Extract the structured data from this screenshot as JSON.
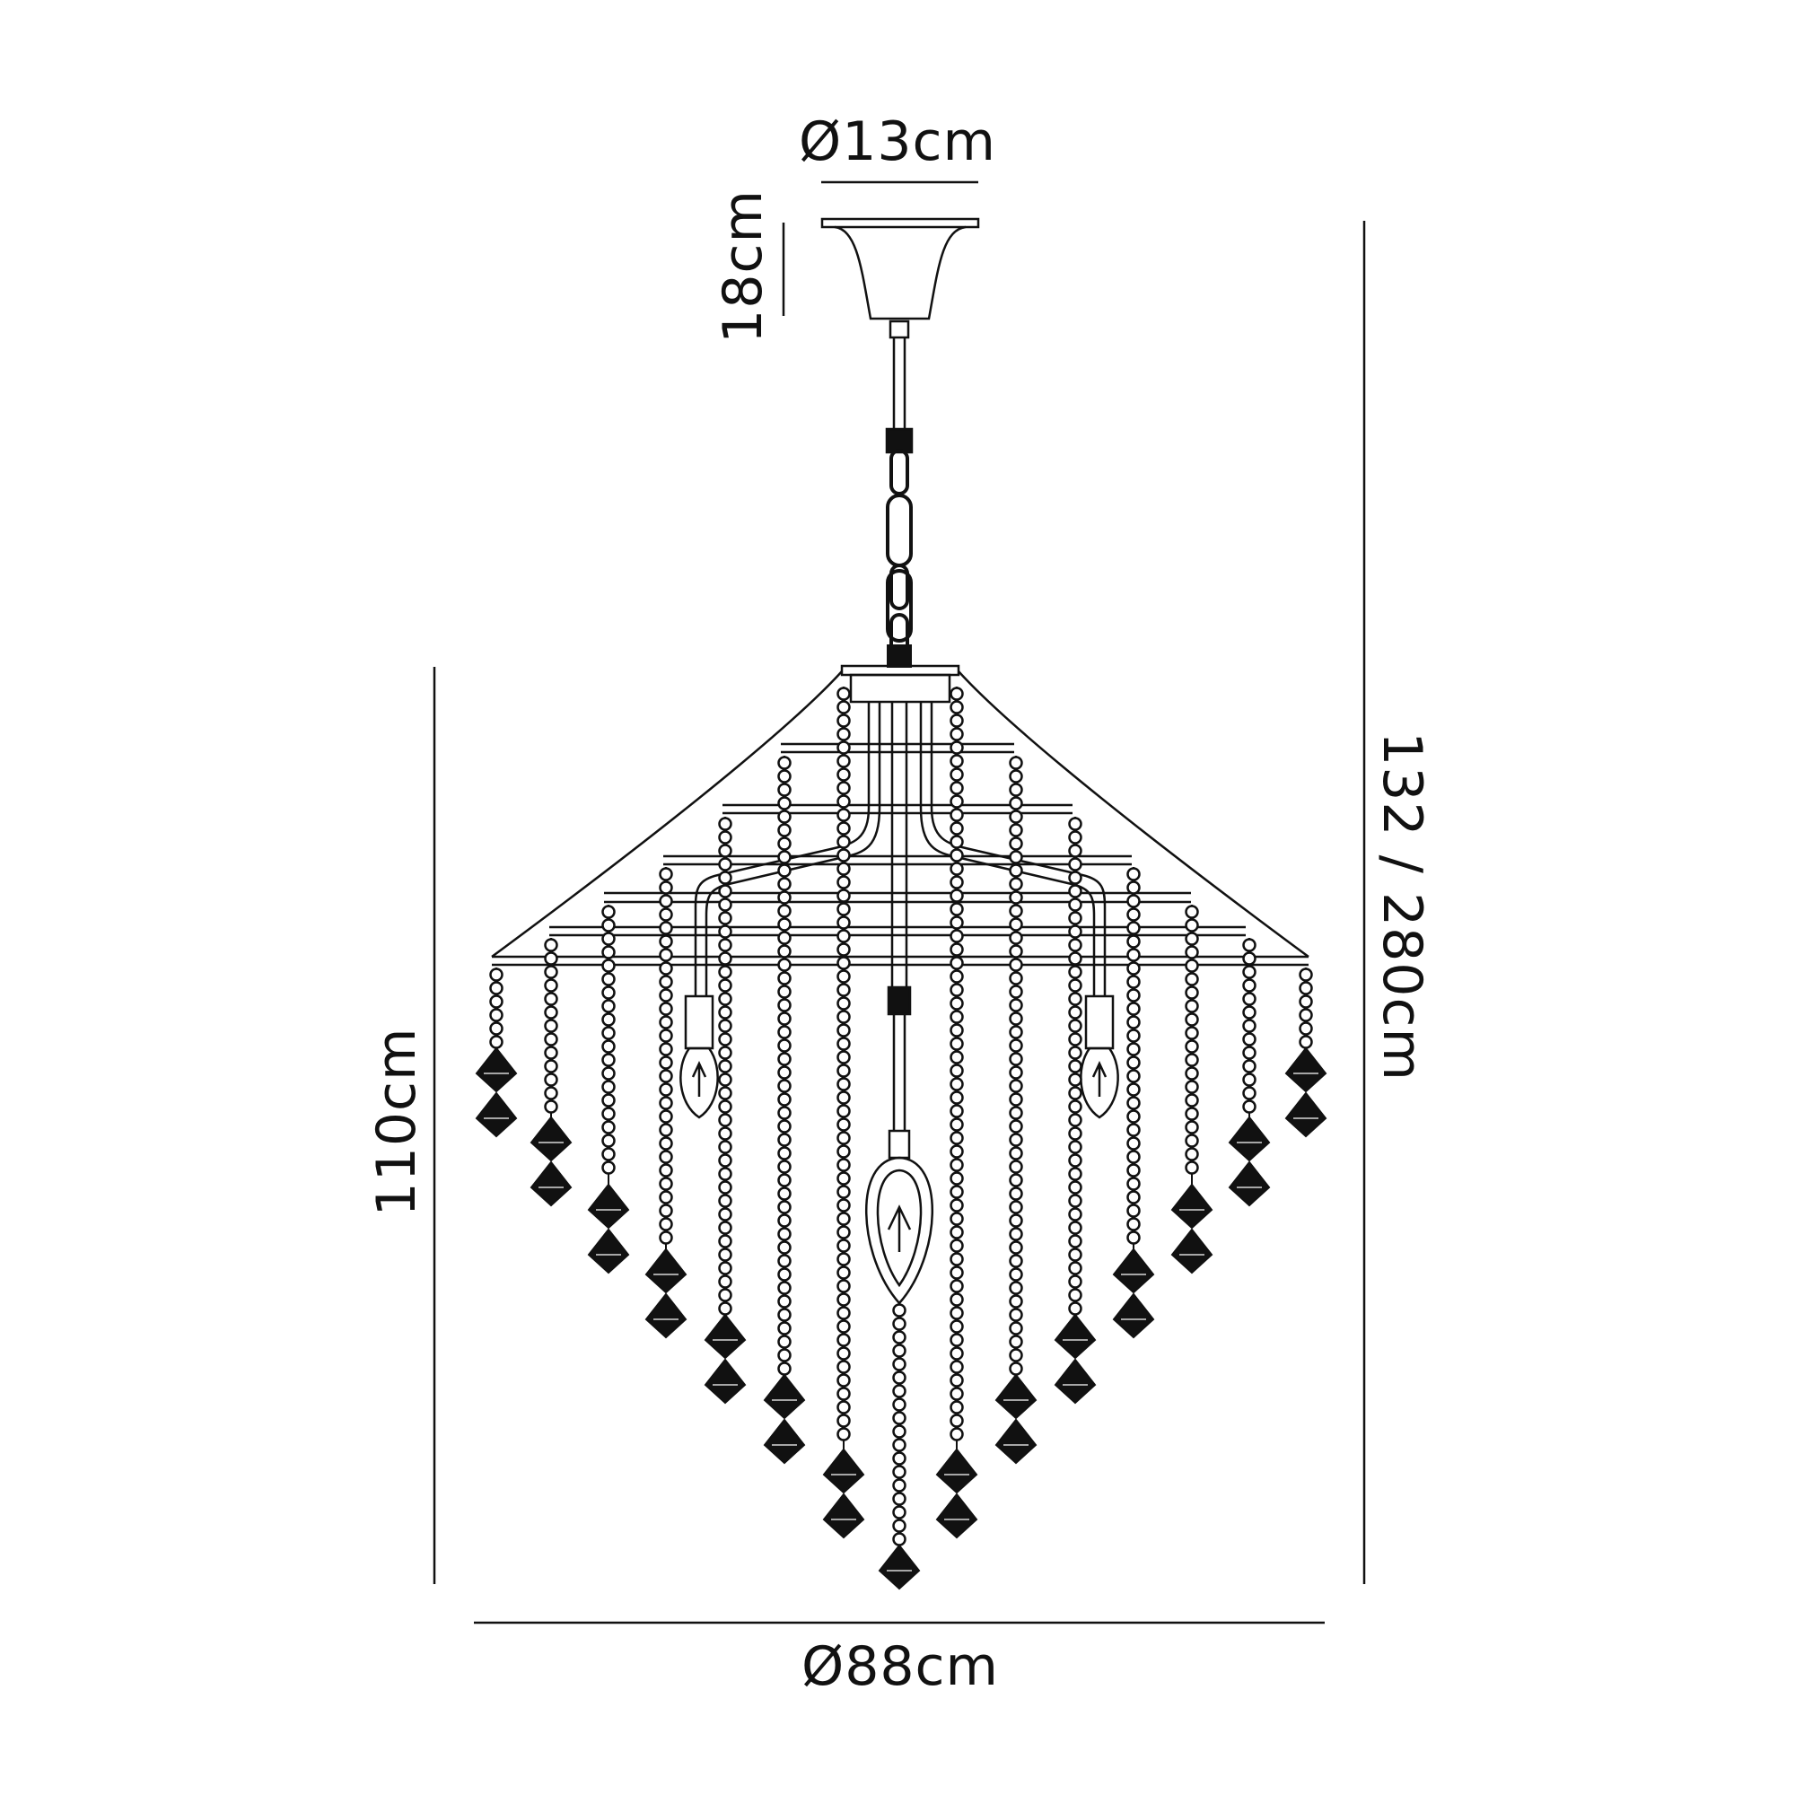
{
  "dimensions": {
    "canopy_diameter": "Ø13cm",
    "canopy_height": "18cm",
    "body_height": "110cm",
    "total_drop": "132 / 280cm",
    "overall_diameter": "Ø88cm"
  },
  "colors": {
    "line": "#111111",
    "background": "#ffffff"
  }
}
